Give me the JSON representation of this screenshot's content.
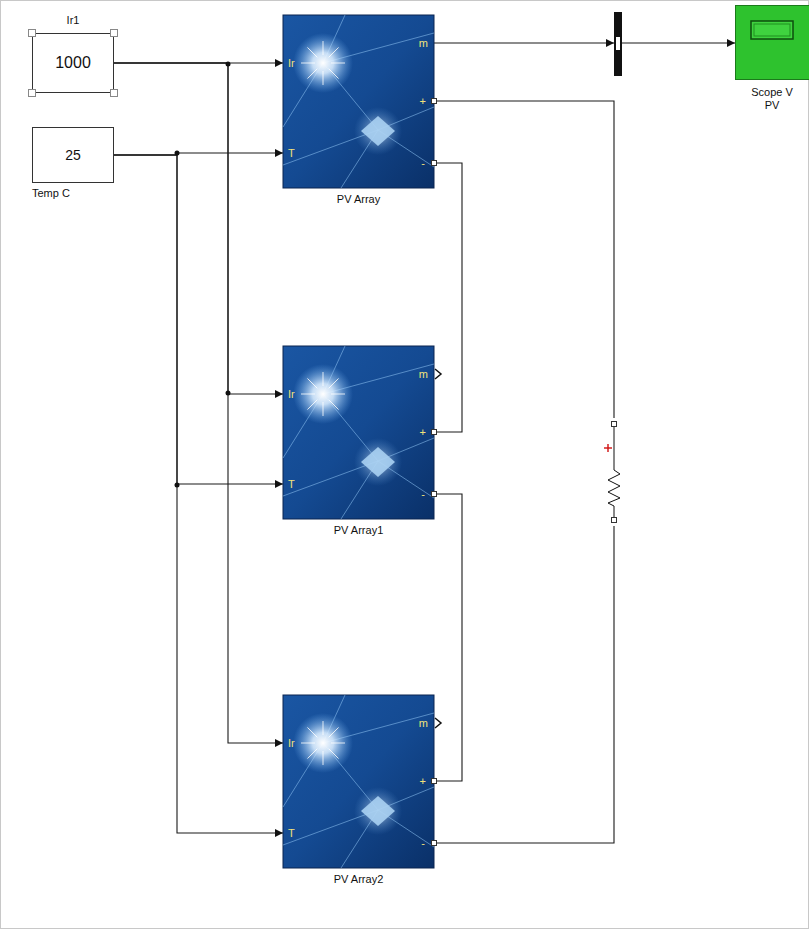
{
  "diagram": {
    "nodes": [
      {
        "text": [
          "Ir1",
          "1000"
        ]
      },
      {
        "text": [
          "25",
          "Temp C"
        ]
      },
      {
        "text": [
          "Ir",
          "T",
          "m",
          "+",
          "-",
          "PV Array"
        ]
      },
      {
        "text": [
          "Ir",
          "T",
          "m",
          "+",
          "-",
          "PV Array1"
        ]
      },
      {
        "text": [
          "Ir",
          "T",
          "m",
          "+",
          "-",
          "PV Array2"
        ]
      },
      {
        "text": [
          "Scope V PV"
        ]
      }
    ],
    "edges": [
      {
        "from": 0,
        "to": 2,
        "arrow": "to"
      },
      {
        "from": 0,
        "to": 3,
        "arrow": "to"
      },
      {
        "from": 0,
        "to": 4,
        "arrow": "to"
      },
      {
        "from": 1,
        "to": 2,
        "arrow": "to"
      },
      {
        "from": 1,
        "to": 3,
        "arrow": "to"
      },
      {
        "from": 1,
        "to": 4,
        "arrow": "to"
      },
      {
        "from": 2,
        "to": 5,
        "arrow": "to"
      },
      {
        "from": 2,
        "to": 3,
        "arrow": "none"
      },
      {
        "from": 3,
        "to": 4,
        "arrow": "none"
      },
      {
        "from": 2,
        "to": 4,
        "arrow": "none"
      }
    ]
  }
}
